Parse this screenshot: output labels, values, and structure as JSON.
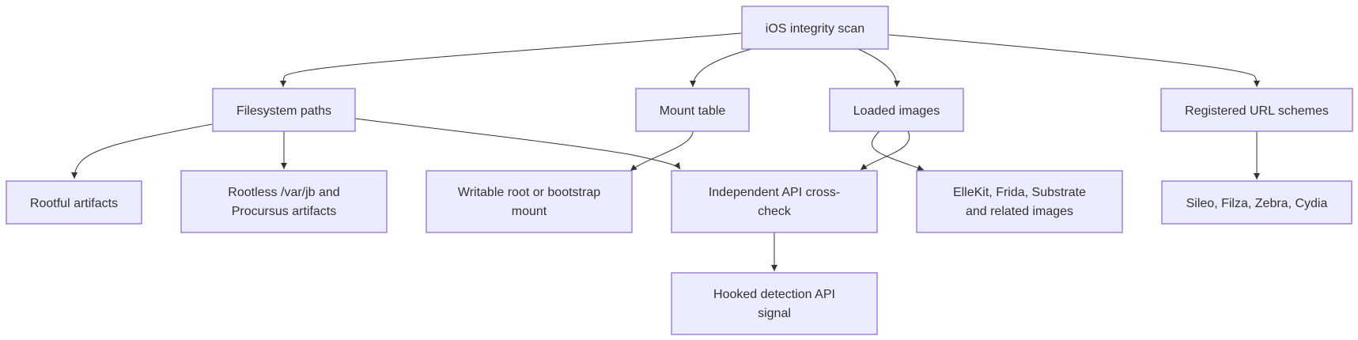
{
  "diagram": {
    "nodes": {
      "root": {
        "lines": [
          "iOS integrity scan"
        ]
      },
      "fs": {
        "lines": [
          "Filesystem paths"
        ]
      },
      "mount": {
        "lines": [
          "Mount table"
        ]
      },
      "images": {
        "lines": [
          "Loaded images"
        ]
      },
      "url": {
        "lines": [
          "Registered URL schemes"
        ]
      },
      "rootful": {
        "lines": [
          "Rootful artifacts"
        ]
      },
      "rootless": {
        "lines": [
          "Rootless /var/jb and",
          "Procursus artifacts"
        ]
      },
      "writable": {
        "lines": [
          "Writable root or bootstrap",
          "mount"
        ]
      },
      "crosscheck": {
        "lines": [
          "Independent API cross-",
          "check"
        ]
      },
      "hooks": {
        "lines": [
          "ElleKit, Frida, Substrate",
          "and related images"
        ]
      },
      "apps": {
        "lines": [
          "Sileo, Filza, Zebra, Cydia"
        ]
      },
      "hooked": {
        "lines": [
          "Hooked detection API",
          "signal"
        ]
      }
    },
    "edges": [
      {
        "from": "root",
        "to": "fs"
      },
      {
        "from": "root",
        "to": "mount"
      },
      {
        "from": "root",
        "to": "images"
      },
      {
        "from": "root",
        "to": "url"
      },
      {
        "from": "fs",
        "to": "rootful"
      },
      {
        "from": "fs",
        "to": "rootless"
      },
      {
        "from": "fs",
        "to": "crosscheck"
      },
      {
        "from": "mount",
        "to": "writable"
      },
      {
        "from": "images",
        "to": "crosscheck"
      },
      {
        "from": "images",
        "to": "hooks"
      },
      {
        "from": "url",
        "to": "apps"
      },
      {
        "from": "crosscheck",
        "to": "hooked"
      }
    ],
    "colors": {
      "node_fill": "#ECECFF",
      "node_stroke": "#9370DB",
      "edge": "#333333",
      "text": "#333333"
    }
  }
}
